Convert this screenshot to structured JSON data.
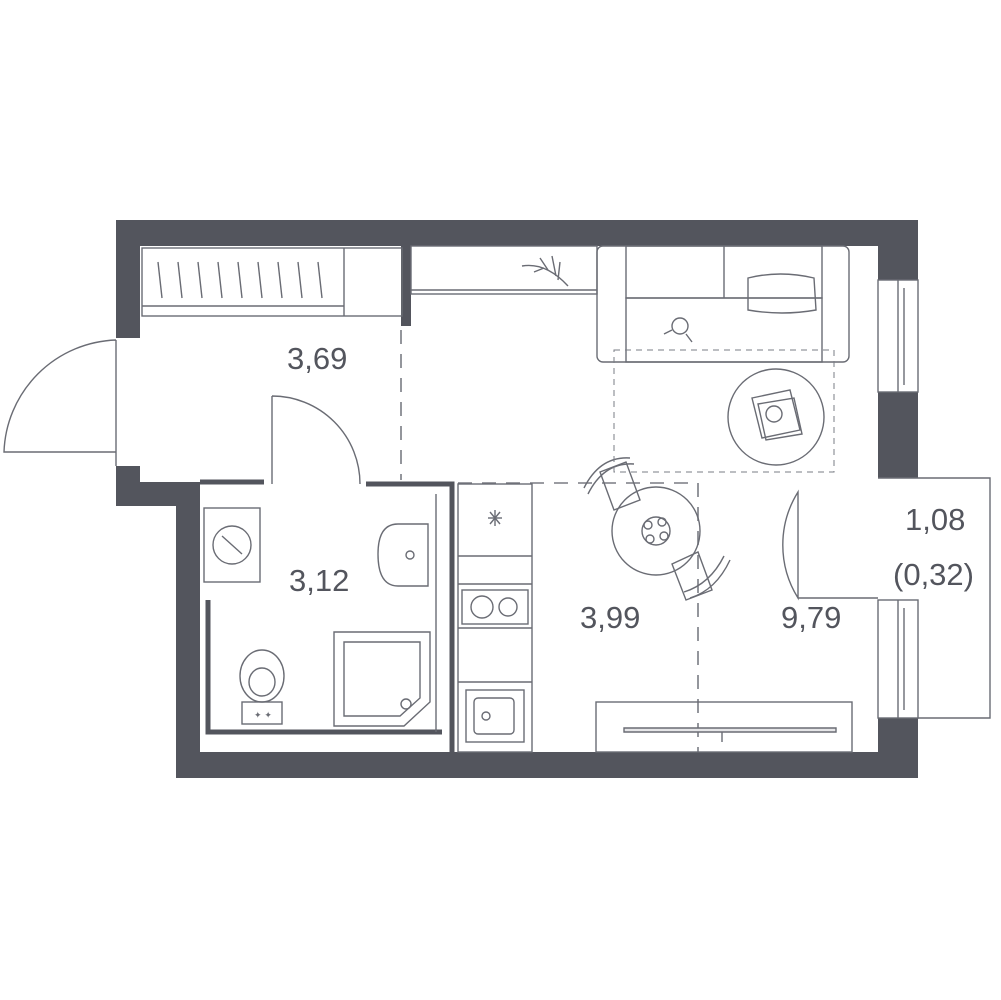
{
  "rooms": {
    "hallway": {
      "area": "3,69"
    },
    "bathroom": {
      "area": "3,12"
    },
    "kitchen": {
      "area": "3,99"
    },
    "living_room": {
      "area": "9,79"
    },
    "balcony": {
      "area": "1,08",
      "reduced_area": "(0,32)"
    }
  },
  "colors": {
    "wall": "#53555d",
    "line": "#6a6c74",
    "label": "#53555d"
  }
}
